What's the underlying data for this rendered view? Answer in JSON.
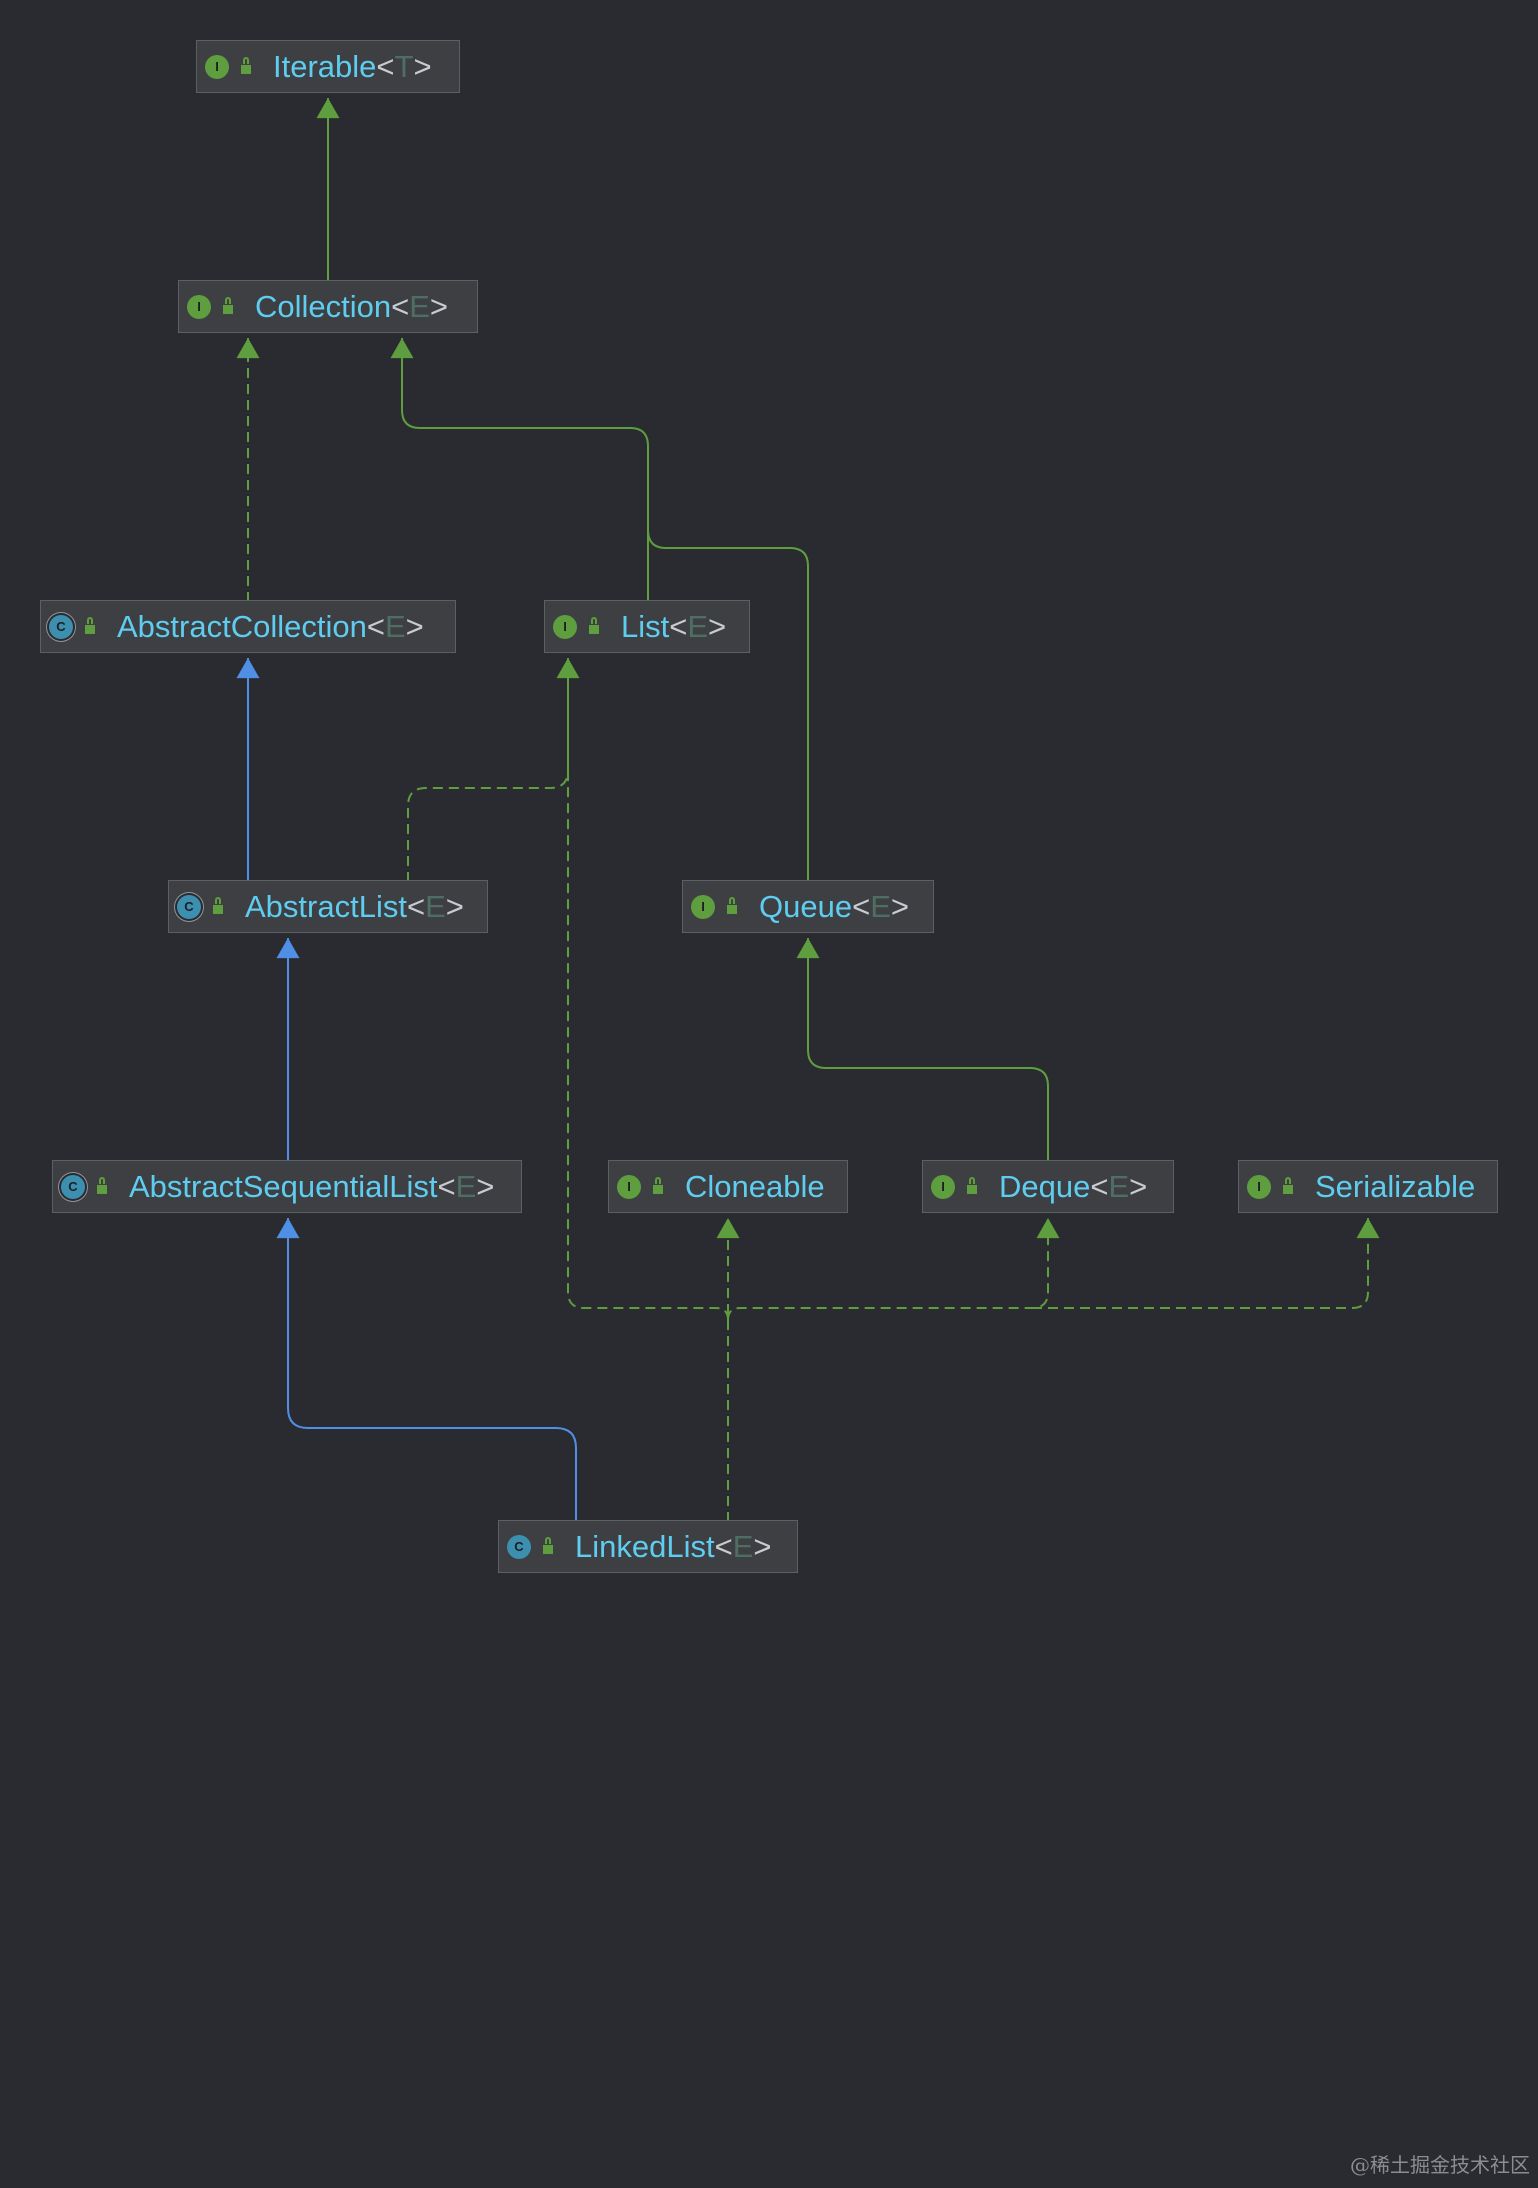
{
  "nodes": [
    {
      "id": "iterable",
      "kind": "interface",
      "kind_letter": "I",
      "name": "Iterable",
      "type_param": "T"
    },
    {
      "id": "collection",
      "kind": "interface",
      "kind_letter": "I",
      "name": "Collection",
      "type_param": "E"
    },
    {
      "id": "abstract-collection",
      "kind": "abstract-class",
      "kind_letter": "C",
      "name": "AbstractCollection",
      "type_param": "E"
    },
    {
      "id": "list",
      "kind": "interface",
      "kind_letter": "I",
      "name": "List",
      "type_param": "E"
    },
    {
      "id": "abstract-list",
      "kind": "abstract-class",
      "kind_letter": "C",
      "name": "AbstractList",
      "type_param": "E"
    },
    {
      "id": "queue",
      "kind": "interface",
      "kind_letter": "I",
      "name": "Queue",
      "type_param": "E"
    },
    {
      "id": "abstract-sequential-list",
      "kind": "abstract-class",
      "kind_letter": "C",
      "name": "AbstractSequentialList",
      "type_param": "E"
    },
    {
      "id": "cloneable",
      "kind": "interface",
      "kind_letter": "I",
      "name": "Cloneable",
      "type_param": ""
    },
    {
      "id": "deque",
      "kind": "interface",
      "kind_letter": "I",
      "name": "Deque",
      "type_param": "E"
    },
    {
      "id": "serializable",
      "kind": "interface",
      "kind_letter": "I",
      "name": "Serializable",
      "type_param": ""
    },
    {
      "id": "linked-list",
      "kind": "class",
      "kind_letter": "C",
      "name": "LinkedList",
      "type_param": "E"
    }
  ],
  "edges": [
    {
      "from": "collection",
      "to": "iterable",
      "relation": "extends",
      "style": "solid",
      "color": "#5f9e3e"
    },
    {
      "from": "abstract-collection",
      "to": "collection",
      "relation": "implements",
      "style": "dashed",
      "color": "#5f9e3e"
    },
    {
      "from": "list",
      "to": "collection",
      "relation": "extends",
      "style": "solid",
      "color": "#5f9e3e"
    },
    {
      "from": "queue",
      "to": "collection",
      "relation": "extends",
      "style": "solid",
      "color": "#5f9e3e"
    },
    {
      "from": "abstract-list",
      "to": "abstract-collection",
      "relation": "extends",
      "style": "solid",
      "color": "#4f8fe6"
    },
    {
      "from": "abstract-list",
      "to": "list",
      "relation": "implements",
      "style": "dashed",
      "color": "#5f9e3e"
    },
    {
      "from": "abstract-sequential-list",
      "to": "abstract-list",
      "relation": "extends",
      "style": "solid",
      "color": "#4f8fe6"
    },
    {
      "from": "deque",
      "to": "queue",
      "relation": "extends",
      "style": "solid",
      "color": "#5f9e3e"
    },
    {
      "from": "linked-list",
      "to": "abstract-sequential-list",
      "relation": "extends",
      "style": "solid",
      "color": "#4f8fe6"
    },
    {
      "from": "linked-list",
      "to": "list",
      "relation": "implements",
      "style": "dashed",
      "color": "#5f9e3e"
    },
    {
      "from": "linked-list",
      "to": "cloneable",
      "relation": "implements",
      "style": "dashed",
      "color": "#5f9e3e"
    },
    {
      "from": "linked-list",
      "to": "deque",
      "relation": "implements",
      "style": "dashed",
      "color": "#5f9e3e"
    },
    {
      "from": "linked-list",
      "to": "serializable",
      "relation": "implements",
      "style": "dashed",
      "color": "#5f9e3e"
    }
  ],
  "colors": {
    "background": "#2a2b30",
    "node_fill": "#3d3f43",
    "node_border": "#5c5f63",
    "name_text": "#5fcdf0",
    "interface_badge": "#5f9e3e",
    "class_badge": "#3d8fb0",
    "implements_edge": "#5f9e3e",
    "class_extends_edge": "#4f8fe6"
  },
  "watermark": "@稀土掘金技术社区"
}
